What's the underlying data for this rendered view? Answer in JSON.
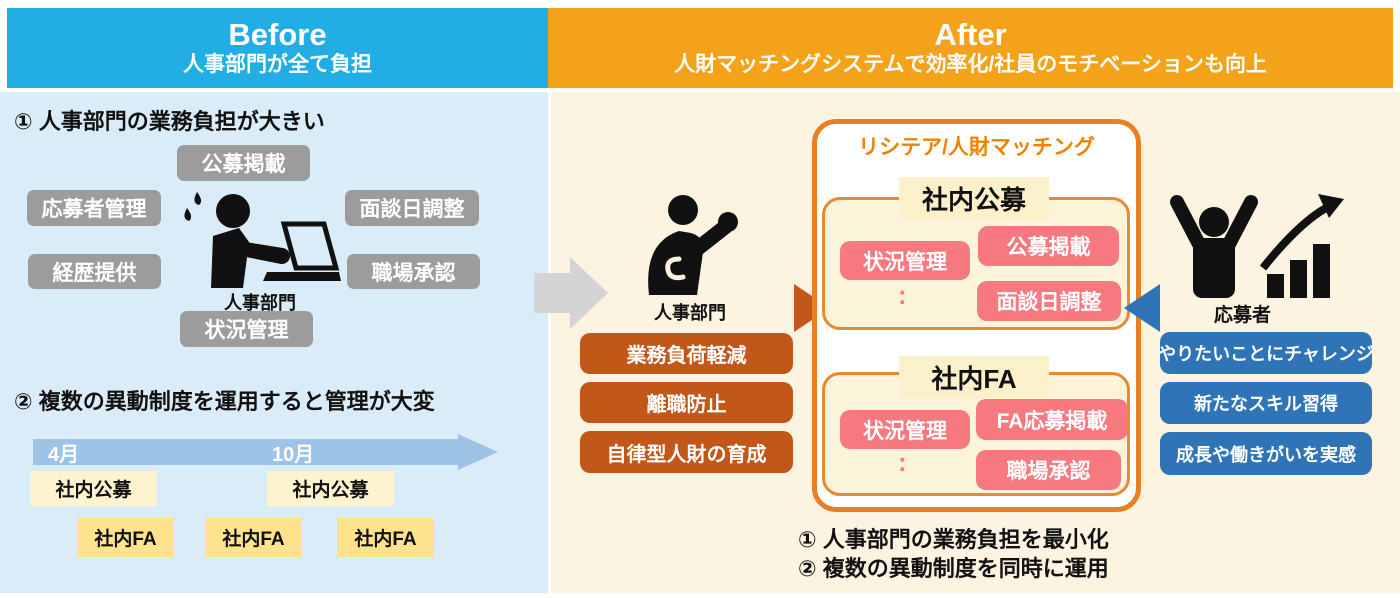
{
  "before": {
    "title": "Before",
    "subtitle": "人事部門が全て負担",
    "point1": "① 人事部門の業務負担が大きい",
    "point2": "② 複数の異動制度を運用すると管理が大変",
    "tasks": [
      "公募掲載",
      "応募者管理",
      "面談日調整",
      "経歴提供",
      "職場承認",
      "状況管理"
    ],
    "person_label": "人事部門",
    "timeline": {
      "months": [
        "4月",
        "10月"
      ],
      "koubo_boxes": [
        "社内公募",
        "社内公募"
      ],
      "fa_boxes": [
        "社内FA",
        "社内FA",
        "社内FA"
      ]
    }
  },
  "after": {
    "title": "After",
    "subtitle": "人財マッチングシステムで効率化/社員のモチベーションも向上",
    "hr": {
      "person_label": "人事部門",
      "benefits": [
        "業務負荷軽減",
        "離職防止",
        "自律型人財の育成"
      ]
    },
    "system": {
      "title": "リシテア/人財マッチング",
      "sections": [
        {
          "name": "社内公募",
          "left_item": "状況管理",
          "ellipsis": ":",
          "right_items": [
            "公募掲載",
            "面談日調整"
          ]
        },
        {
          "name": "社内FA",
          "left_item": "状況管理",
          "ellipsis": ":",
          "right_items": [
            "FA応募掲載",
            "職場承認"
          ]
        }
      ]
    },
    "applicant": {
      "person_label": "応募者",
      "benefits": [
        "やりたいことにチャレンジ",
        "新たなスキル習得",
        "成長や働きがいを実感"
      ]
    },
    "notes": [
      "① 人事部門の業務負担を最小化",
      "② 複数の異動制度を同時に運用"
    ]
  },
  "colors": {
    "before_header": "#22aee5",
    "before_body": "#d9ecf8",
    "after_header": "#f3a219",
    "after_body": "#fdf3e1",
    "gray_label": "#9c9c9c",
    "orange_button": "#c2571a",
    "blue_button": "#2e74b6",
    "card_border": "#e97f24",
    "pink_label": "#f5797e",
    "timeline_bar": "#9dc3e6",
    "koubo_box": "#fdf3cf",
    "fa_box": "#ffe28e"
  }
}
